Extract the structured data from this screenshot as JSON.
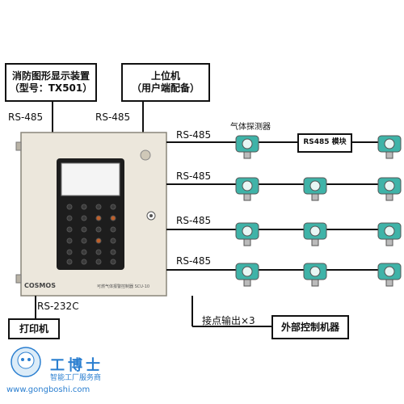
{
  "top_boxes": {
    "display_device": {
      "line1": "消防图形显示装置",
      "line2": "（型号：TX501）"
    },
    "host_pc": {
      "line1": "上位机",
      "line2": "（用户端配备）"
    }
  },
  "labels": {
    "rs485_left": "RS-485",
    "rs485_mid": "RS-485",
    "gas_detector": "气体探测器",
    "rs232c": "RS-232C",
    "contact_output": "接点输出×3",
    "rows": [
      "RS-485",
      "RS-485",
      "RS-485",
      "RS-485"
    ]
  },
  "rs485_module": "RS485 模块",
  "printer": "打印机",
  "external_control": "外部控制机器",
  "panel": {
    "brand": "COSMOS",
    "caption": "可燃气体报警控制器 SCU-10"
  },
  "watermark": {
    "title": "工博士",
    "subtitle": "智能工厂服务商",
    "url": "www.gongboshi.com"
  },
  "colors": {
    "line": "#111111",
    "panel_body": "#ece7dc",
    "detector_teal": "#3fb3a8",
    "brand_blue": "#2b7fd0"
  }
}
